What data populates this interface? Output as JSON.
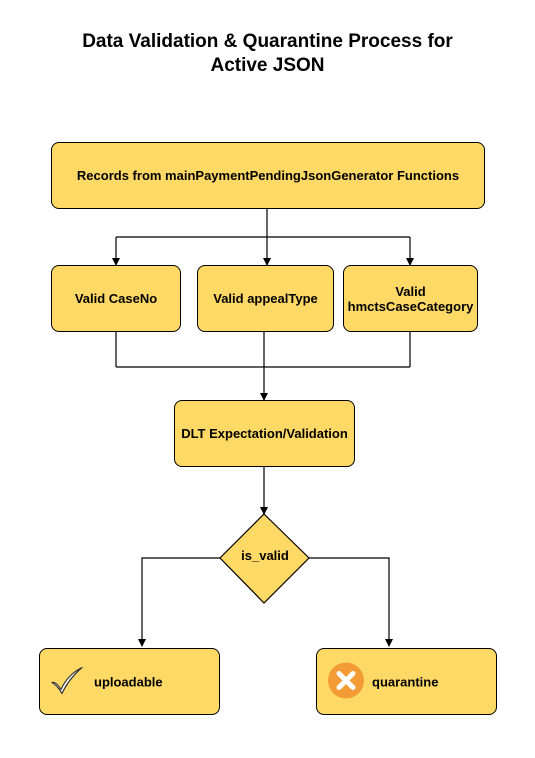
{
  "title": {
    "line1": "Data Validation & Quarantine Process for",
    "line2": "Active JSON"
  },
  "nodes": {
    "source": "Records from mainPaymentPendingJsonGenerator Functions",
    "valid_case_no": "Valid CaseNo",
    "valid_appeal_type": "Valid appealType",
    "valid_category_line1": "Valid",
    "valid_category_line2": "hmctsCaseCategory",
    "dlt": "DLT Expectation/Validation",
    "decision": "is_valid",
    "uploadable": "uploadable",
    "quarantine": "quarantine"
  },
  "icons": {
    "uploadable": "checkmark-icon",
    "quarantine": "x-circle-icon"
  },
  "colors": {
    "box_fill": "#FFD966",
    "border": "#000000",
    "quarantine_icon": "#F39C35"
  }
}
